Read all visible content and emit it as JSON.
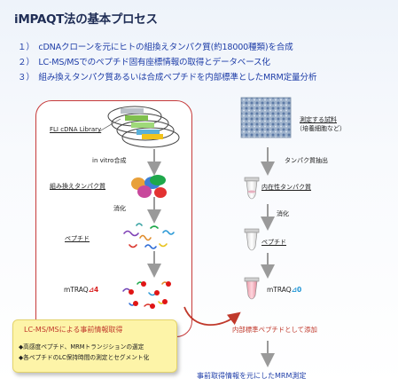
{
  "title": "iMPAQT法の基本プロセス",
  "steps": [
    "１）　cDNAクローンを元にヒトの組換えタンパク質(約18000種類)を合成",
    "２）　LC-MS/MSでのペプチド固有座標情報の取得とデータベース化",
    "３）　組み換えタンパク質あるいは合成ペプチドを内部標準としたMRM定量分析"
  ],
  "left": {
    "fli_label": "FLI cDNA Library",
    "synthesis": "in vitro合成",
    "protein": "組み換えタンパク質",
    "digest": "消化",
    "peptide": "ペプチド",
    "mtraq_prefix": "mTRAQ",
    "mtraq_suffix": "⊿4"
  },
  "right": {
    "sample_line1": "測定する試料",
    "sample_line2": "（培養細胞など）",
    "extract": "タンパク質抽出",
    "endogenous": "内在性タンパク質",
    "digest": "消化",
    "peptide": "ペプチド",
    "mtraq_prefix": "mTRAQ",
    "mtraq_suffix": "⊿0",
    "internal_std": "内部標準ペプチドとして添加",
    "final": "事前取得情報を元にしたMRM測定"
  },
  "callout": {
    "title": "LC-MS/MSによる事前情報取得",
    "items": [
      "◆高感度ペプチド、MRMトランジションの選定",
      "◆各ペプチドのLC保持時間の測定とセグメント化"
    ]
  },
  "colors": {
    "title": "#1f2d55",
    "steps": "#1f3ea8",
    "red": "#c63a3a",
    "mtraq_red": "#d92020",
    "mtraq_blue": "#2196d6",
    "callout_bg": "#fdf4a8"
  }
}
